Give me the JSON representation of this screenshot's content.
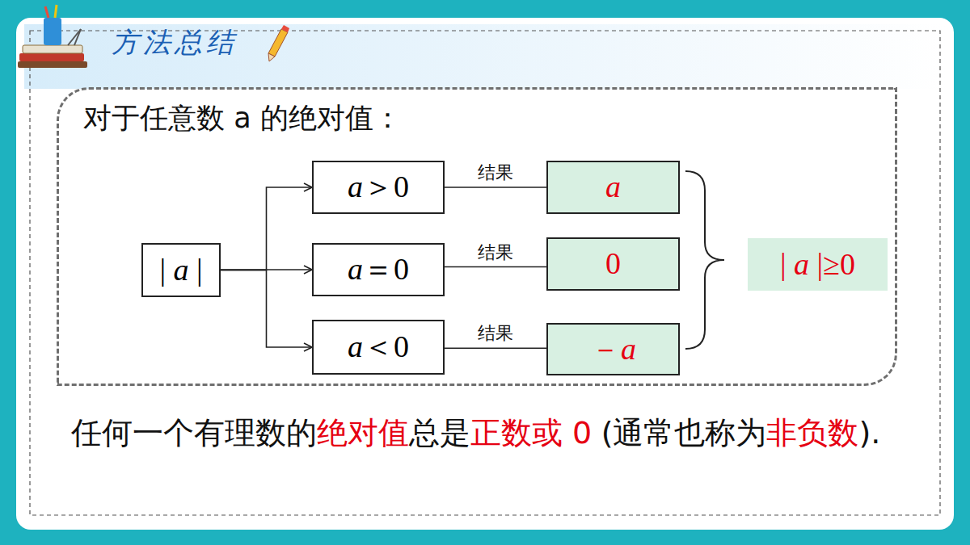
{
  "diagram": {
    "title": "方法总结",
    "nodes": [
      {
        "text": [
          "对于任意数 a 的绝对值："
        ]
      },
      {
        "text": [
          "| a |"
        ],
        "in": 0
      },
      {
        "text": [
          "a＞0"
        ],
        "in": 0
      },
      {
        "text": [
          "a＝0"
        ],
        "in": 0
      },
      {
        "text": [
          "a＜0"
        ],
        "in": 0
      },
      {
        "text": [
          "a"
        ],
        "in": 0
      },
      {
        "text": [
          "0"
        ],
        "in": 0
      },
      {
        "text": [
          "－a"
        ],
        "in": 0
      },
      {
        "text": [
          "| a |≥0"
        ],
        "in": 0
      }
    ],
    "edges": [
      {
        "from": 1,
        "to": 2,
        "arrow": "to"
      },
      {
        "from": 1,
        "to": 3,
        "arrow": "to"
      },
      {
        "from": 1,
        "to": 4,
        "arrow": "to"
      },
      {
        "from": 2,
        "to": 5,
        "arrow": "none",
        "label": "结果"
      },
      {
        "from": 3,
        "to": 6,
        "arrow": "none",
        "label": "结果"
      },
      {
        "from": 4,
        "to": 7,
        "arrow": "none",
        "label": "结果"
      }
    ],
    "labels": [
      "任何一个有理数的",
      "绝对值",
      "总是",
      "正数或 0",
      "(通常也称为",
      "非负数",
      ")."
    ]
  }
}
